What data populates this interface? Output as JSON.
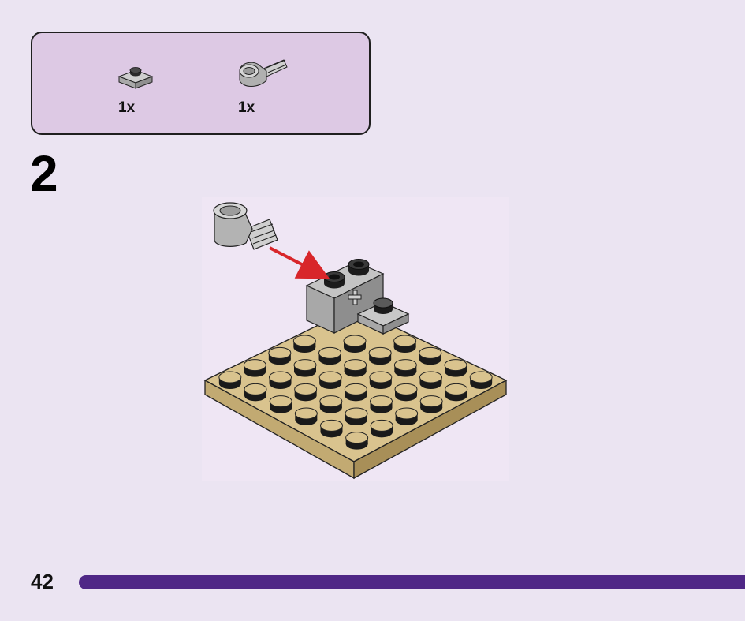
{
  "parts_callout": {
    "items": [
      {
        "name": "plate-1x1-gray",
        "qty": "1x"
      },
      {
        "name": "pin-connector-gray",
        "qty": "1x"
      }
    ]
  },
  "step": {
    "number": "2"
  },
  "footer": {
    "page_number": "42"
  },
  "colors": {
    "background": "#ebe4f2",
    "callout_fill": "#ddc9e4",
    "tan_plate": "#d9c38e",
    "gray_part": "#b5b5b5",
    "arrow": "#d8262a",
    "progress_bar": "#4f2786"
  }
}
